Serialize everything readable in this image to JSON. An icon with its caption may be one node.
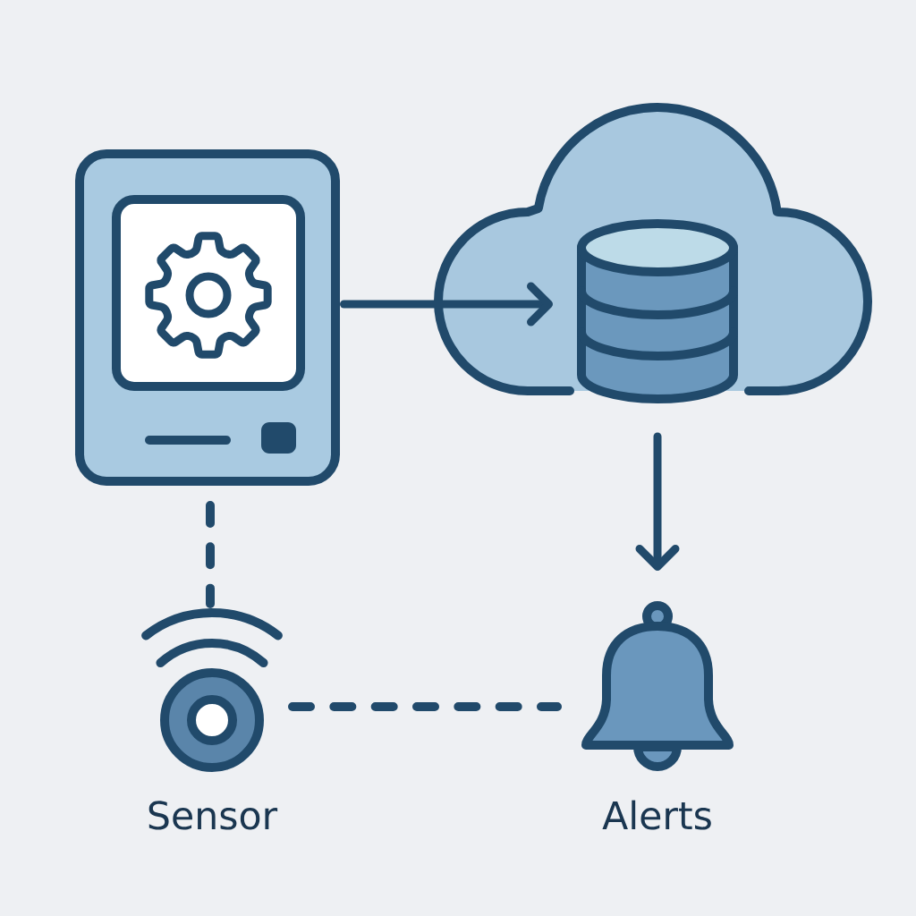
{
  "diagram": {
    "nodes": [
      {
        "text": [],
        "shape": "picture"
      },
      {
        "text": [],
        "shape": "cloud"
      },
      {
        "text": [],
        "shape": "cylinder",
        "in": 1
      },
      {
        "text": [
          "Sensor"
        ]
      },
      {
        "text": [
          "Alerts"
        ]
      }
    ],
    "edges": [
      {
        "from": 0,
        "to": 2,
        "arrow": "to"
      },
      {
        "from": 2,
        "to": 4,
        "arrow": "to"
      },
      {
        "from": 0,
        "to": 3,
        "arrow": "none",
        "style": "dashed"
      },
      {
        "from": 3,
        "to": 4,
        "arrow": "none",
        "style": "dashed"
      }
    ]
  }
}
